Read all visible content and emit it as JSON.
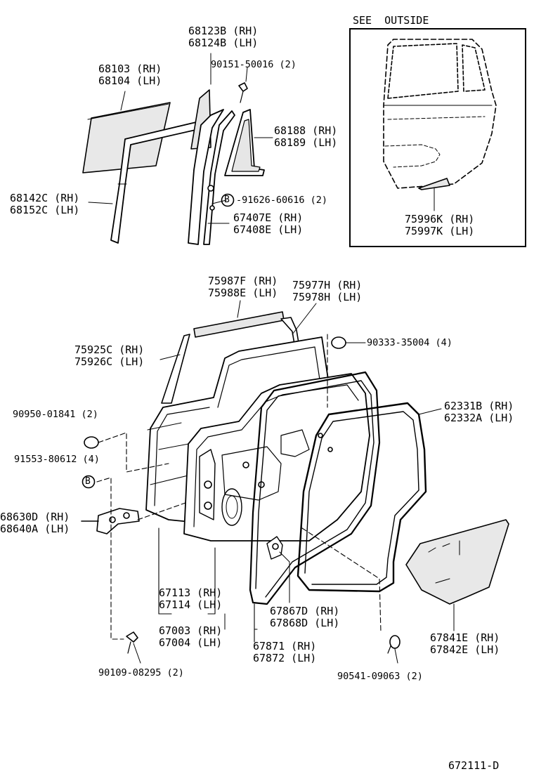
{
  "inset_title": "SEE  OUTSIDE",
  "doc_code": "672111-D",
  "parts": [
    {
      "id": "p68123",
      "lines": [
        "68123B (RH)",
        "68124B (LH)"
      ]
    },
    {
      "id": "p90151",
      "lines": [
        "90151-50016 (2)"
      ]
    },
    {
      "id": "p68103",
      "lines": [
        "68103 (RH)",
        "68104 (LH)"
      ]
    },
    {
      "id": "p68188",
      "lines": [
        "68188 (RH)",
        "68189 (LH)"
      ]
    },
    {
      "id": "p68142",
      "lines": [
        "68142C (RH)",
        "68152C (LH)"
      ]
    },
    {
      "id": "p91626",
      "lines": [
        "91626-60616 (2)"
      ]
    },
    {
      "id": "p67407",
      "lines": [
        "67407E (RH)",
        "67408E (LH)"
      ]
    },
    {
      "id": "p75996",
      "lines": [
        "75996K (RH)",
        "75997K (LH)"
      ]
    },
    {
      "id": "p75987",
      "lines": [
        "75987F (RH)",
        "75988E (LH)"
      ]
    },
    {
      "id": "p75977",
      "lines": [
        "75977H (RH)",
        "75978H (LH)"
      ]
    },
    {
      "id": "p90333",
      "lines": [
        "90333-35004 (4)"
      ]
    },
    {
      "id": "p75925",
      "lines": [
        "75925C (RH)",
        "75926C (LH)"
      ]
    },
    {
      "id": "p90950",
      "lines": [
        "90950-01841 (2)"
      ]
    },
    {
      "id": "p62331",
      "lines": [
        "62331B (RH)",
        "62332A (LH)"
      ]
    },
    {
      "id": "p91553",
      "lines": [
        "91553-80612 (4)"
      ]
    },
    {
      "id": "p68630",
      "lines": [
        "68630D (RH)",
        "68640A (LH)"
      ]
    },
    {
      "id": "p67113",
      "lines": [
        "67113 (RH)",
        "67114 (LH)"
      ]
    },
    {
      "id": "p67867",
      "lines": [
        "67867D (RH)",
        "67868D (LH)"
      ]
    },
    {
      "id": "p67003",
      "lines": [
        "67003 (RH)",
        "67004 (LH)"
      ]
    },
    {
      "id": "p67841",
      "lines": [
        "67841E (RH)",
        "67842E (LH)"
      ]
    },
    {
      "id": "p67871",
      "lines": [
        "67871 (RH)",
        "67872 (LH)"
      ]
    },
    {
      "id": "p90109",
      "lines": [
        "90109-08295 (2)"
      ]
    },
    {
      "id": "p90541",
      "lines": [
        "90541-09063 (2)"
      ]
    }
  ],
  "callout_letter": "B"
}
